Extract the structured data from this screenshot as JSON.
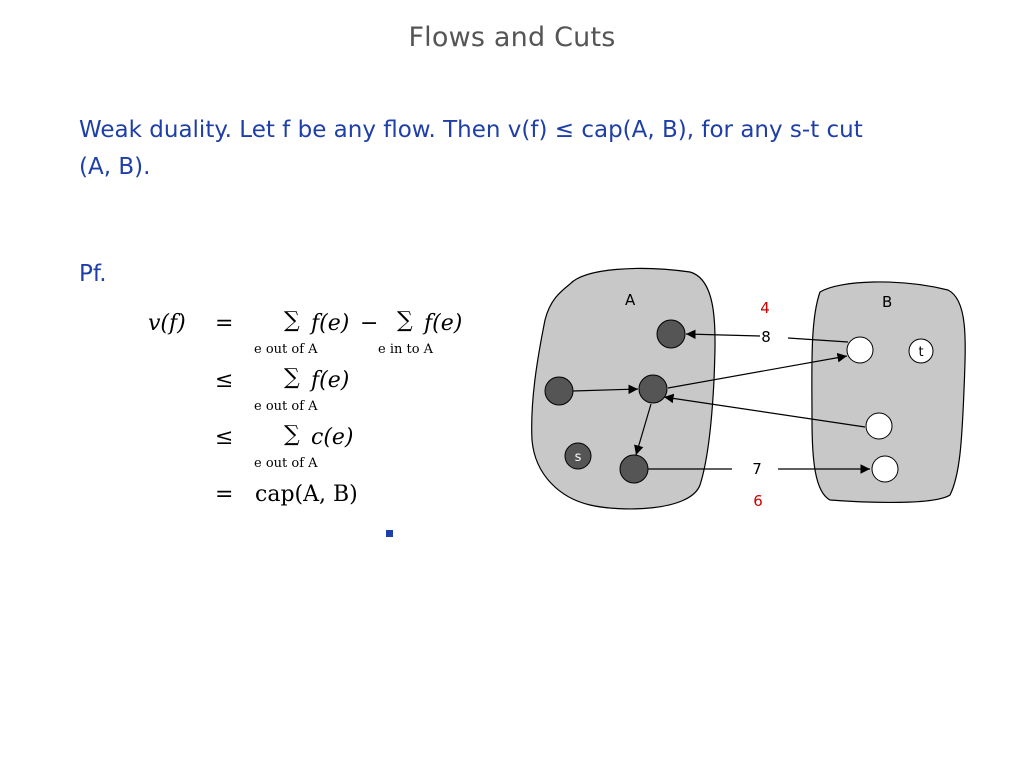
{
  "slide": {
    "title": "Flows and Cuts",
    "statement_line1": "Weak duality.  Let f be any flow.  Then v(f) ≤ cap(A, B), for any s-t cut",
    "statement_line2": "(A, B).",
    "pf_label": "Pf."
  },
  "proof": {
    "lhs": "v(f)",
    "rows": [
      {
        "rel": "=",
        "sum1_body": "f(e)",
        "sum1_sub": "e out of A",
        "minus": "−",
        "sum2_body": "f(e)",
        "sum2_sub": "e in to A"
      },
      {
        "rel": "≤",
        "sum1_body": "f(e)",
        "sum1_sub": "e out of A"
      },
      {
        "rel": "≤",
        "sum1_body": "c(e)",
        "sum1_sub": "e out of A"
      },
      {
        "rel": "=",
        "expr": "cap(A, B)"
      }
    ],
    "sum_symbol": "∑",
    "qed_color": "#1f3fa8"
  },
  "diagram": {
    "region_a_label": "A",
    "region_b_label": "B",
    "source_label": "s",
    "sink_label": "t",
    "edge_labels": {
      "top_capacity": "8",
      "top_flow": "4",
      "bottom_capacity": "7",
      "bottom_flow": "6"
    },
    "colors": {
      "region_fill": "#c8c8c8",
      "filled_node": "#555555",
      "flow_label": "#cc0000"
    }
  }
}
